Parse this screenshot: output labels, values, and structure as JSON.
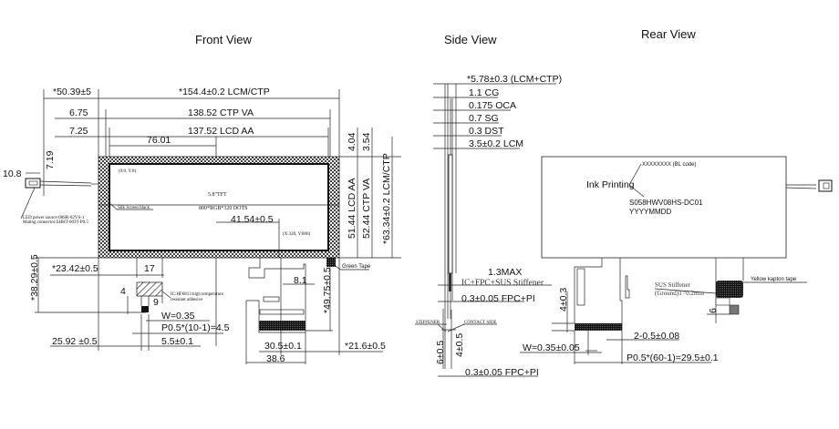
{
  "front_view": {
    "title": "Front View",
    "dims": {
      "d_50_39": "*50.39±5",
      "d_154_4": "*154.4±0.2 LCM/CTP",
      "d_6_75": "6.75",
      "d_138_52": "138.52 CTP VA",
      "d_7_25": "7.25",
      "d_137_52": "137.52 LCD AA",
      "d_76_01": "76.01",
      "d_4_04": "4.04",
      "d_3_54": "3.54",
      "d_51_44": "51.44 LCD AA",
      "d_52_44": "52.44 CTP VA",
      "d_63_34": "*63.34±0.2 LCM/CTP",
      "d_10_8": "10.8",
      "d_7_19": "7.19",
      "d_41_54": "41.54±0.5",
      "d_38_29": "*38.29±0.5",
      "d_23_42": "*23.42±0.5",
      "d_17": "17",
      "d_4": "4",
      "d_9": "9",
      "d_w": "W=0.35",
      "d_pitch": "P0.5*(10-1)=4.5",
      "d_25_92": "25.92 ±0.5",
      "d_5_5": "5.5±0.1",
      "d_8_1": "8.1",
      "d_49_75": "*49.75±0.5",
      "d_30_5": "30.5±0.1",
      "d_38_6": "38.6",
      "d_21_6": "*21.6±0.5"
    },
    "notes": {
      "origin": "(0:0, Y:0)",
      "end": "(X:320, Y:800)",
      "tft": "5.8\"TFT",
      "dots": "800*RGB*320 DOTS",
      "silk": "Silk Screen black",
      "led_1": "LED power source:08SR-02VS-1",
      "led_2": "Mating connector:SHHT-003T-P0.5",
      "ic_1": "IC:HF6813 high temperature",
      "ic_2": "resistant adhesive",
      "green_tape": "Green Tape"
    }
  },
  "side_view": {
    "title": "Side View",
    "dims": {
      "total": "*5.78±0.3 (LCM+CTP)",
      "cg": "1.1 CG",
      "oca": "0.175 OCA",
      "sg": "0.7 SG",
      "dst": "0.3 DST",
      "lcm": "3.5±0.2 LCM",
      "max": "1.3MAX",
      "stiff_stack": "IC+FPC+SUS Stiffener",
      "fpc_pi_1": "0.3±0.05 FPC+PI",
      "stiffener": "STIFFENER",
      "contact": "CONTACT SIDE",
      "d_6": "6±0.5",
      "d_4": "4±0.5",
      "fpc_pi_2": "0.3±0.05 FPC+PI"
    }
  },
  "rear_view": {
    "title": "Rear View",
    "ink_printing": "Ink Printing",
    "bl_code": "XXXXXXXX (BL code)",
    "part_no": "S058HWV08HS-DC01",
    "date_code": "YYYYMMDD",
    "dims": {
      "d_4_0_3": "4±0.3",
      "d_2_0_5": "2-0.5±0.08",
      "d_w": "W=0.35±0.05",
      "d_pitch": "P0.5*(60-1)=29.5±0.1",
      "d_6": "6"
    },
    "sus_1": "SUS Stiffener",
    "sus_2": "(Ground)T=0.2mm",
    "kapton": "Yellow kapton tape"
  }
}
